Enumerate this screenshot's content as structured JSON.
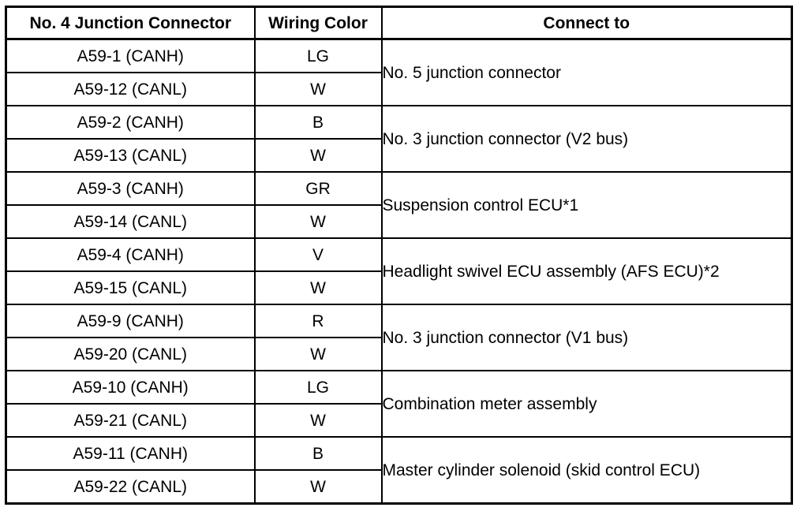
{
  "headers": {
    "connector": "No. 4 Junction Connector",
    "color": "Wiring Color",
    "connect_to": "Connect to"
  },
  "groups": [
    {
      "destination": "No. 5 junction connector",
      "rows": [
        {
          "pin": "A59-1 (CANH)",
          "color": "LG"
        },
        {
          "pin": "A59-12 (CANL)",
          "color": "W"
        }
      ]
    },
    {
      "destination": "No. 3 junction connector (V2 bus)",
      "rows": [
        {
          "pin": "A59-2 (CANH)",
          "color": "B"
        },
        {
          "pin": "A59-13 (CANL)",
          "color": "W"
        }
      ]
    },
    {
      "destination": "Suspension control ECU*1",
      "rows": [
        {
          "pin": "A59-3 (CANH)",
          "color": "GR"
        },
        {
          "pin": "A59-14 (CANL)",
          "color": "W"
        }
      ]
    },
    {
      "destination": "Headlight swivel ECU assembly (AFS ECU)*2",
      "rows": [
        {
          "pin": "A59-4 (CANH)",
          "color": "V"
        },
        {
          "pin": "A59-15 (CANL)",
          "color": "W"
        }
      ]
    },
    {
      "destination": "No. 3 junction connector (V1 bus)",
      "rows": [
        {
          "pin": "A59-9 (CANH)",
          "color": "R"
        },
        {
          "pin": "A59-20 (CANL)",
          "color": "W"
        }
      ]
    },
    {
      "destination": "Combination meter assembly",
      "rows": [
        {
          "pin": "A59-10 (CANH)",
          "color": "LG"
        },
        {
          "pin": "A59-21 (CANL)",
          "color": "W"
        }
      ]
    },
    {
      "destination": "Master cylinder solenoid (skid control ECU)",
      "rows": [
        {
          "pin": "A59-11 (CANH)",
          "color": "B"
        },
        {
          "pin": "A59-22 (CANL)",
          "color": "W"
        }
      ]
    }
  ]
}
